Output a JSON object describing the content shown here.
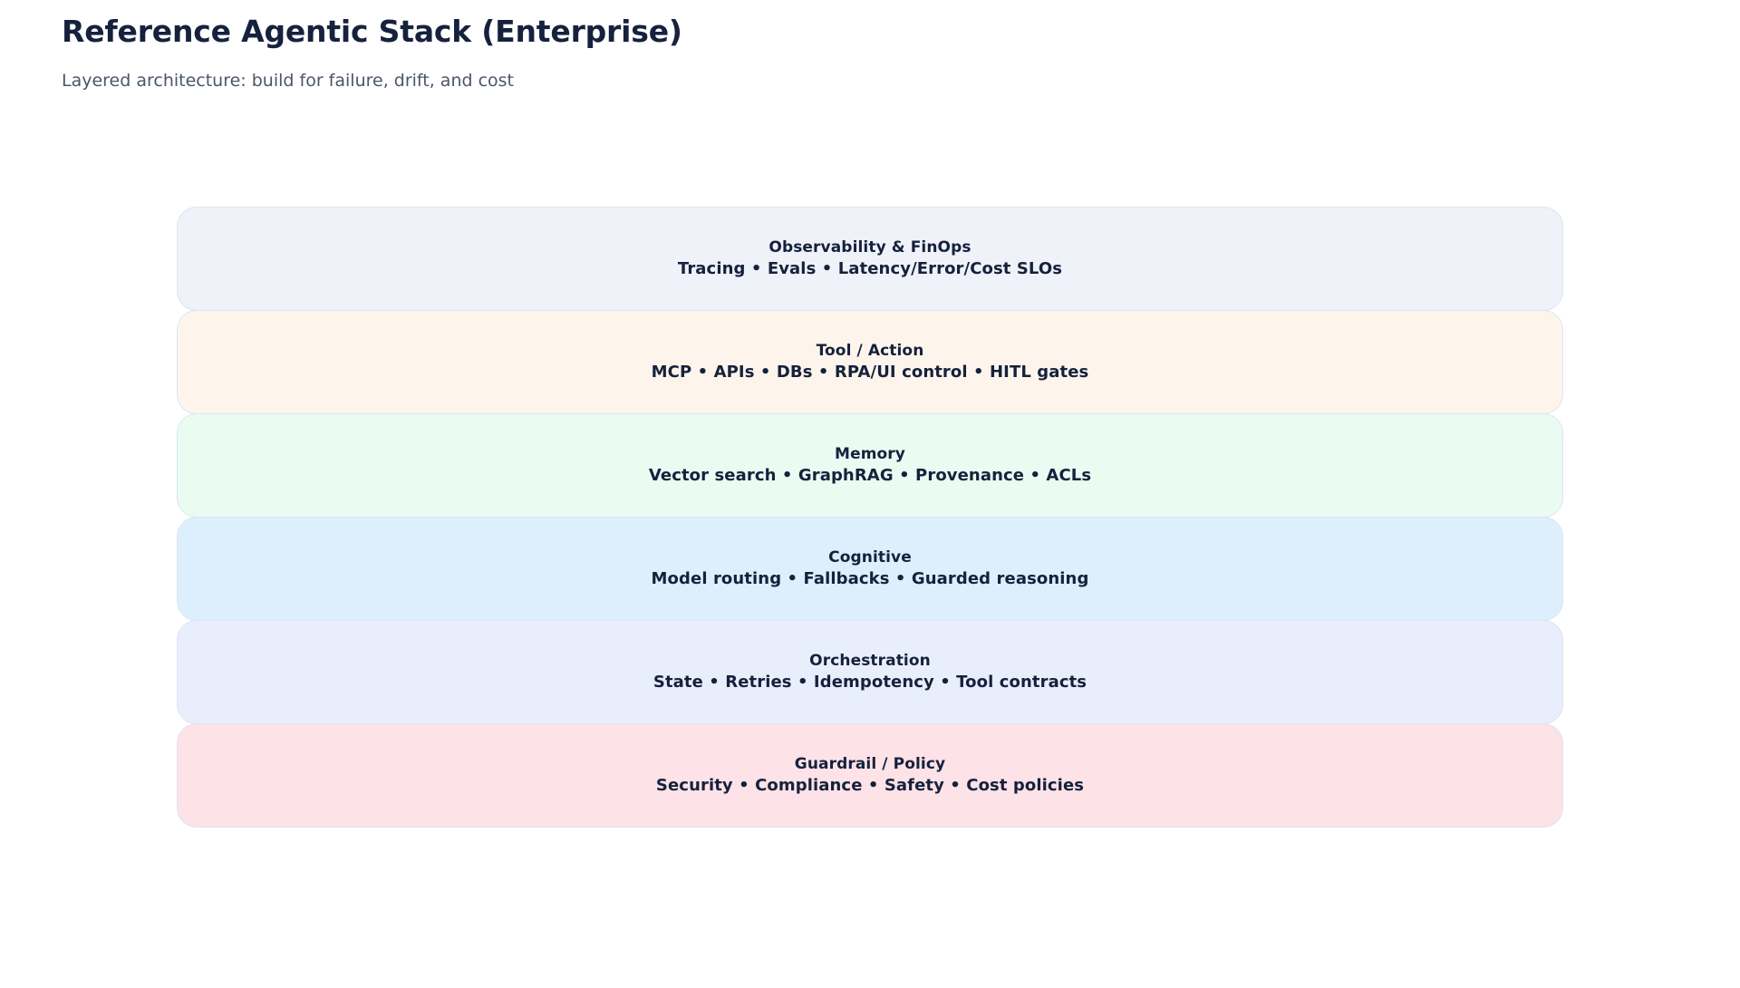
{
  "header": {
    "title": "Reference Agentic Stack (Enterprise)",
    "subtitle": "Layered architecture: build for failure, drift, and cost"
  },
  "diagram_data": {
    "type": "layered-stack",
    "orientation": "vertical",
    "layer_count": 6,
    "text_color": "#15213c",
    "border_color": "#dde5f0",
    "background": "#ffffff",
    "layers": [
      {
        "title": "Observability & FinOps",
        "detail": "Tracing • Evals • Latency/Error/Cost SLOs",
        "fill": "#eff2f8"
      },
      {
        "title": "Tool / Action",
        "detail": "MCP • APIs • DBs • RPA/UI control • HITL gates",
        "fill": "#fdf5ec"
      },
      {
        "title": "Memory",
        "detail": "Vector search • GraphRAG • Provenance • ACLs",
        "fill": "#eafbf2"
      },
      {
        "title": "Cognitive",
        "detail": "Model routing • Fallbacks • Guarded reasoning",
        "fill": "#ddeffc"
      },
      {
        "title": "Orchestration",
        "detail": "State • Retries • Idempotency • Tool contracts",
        "fill": "#e9eefc"
      },
      {
        "title": "Guardrail / Policy",
        "detail": "Security • Compliance • Safety • Cost policies",
        "fill": "#fde2e7"
      }
    ]
  }
}
